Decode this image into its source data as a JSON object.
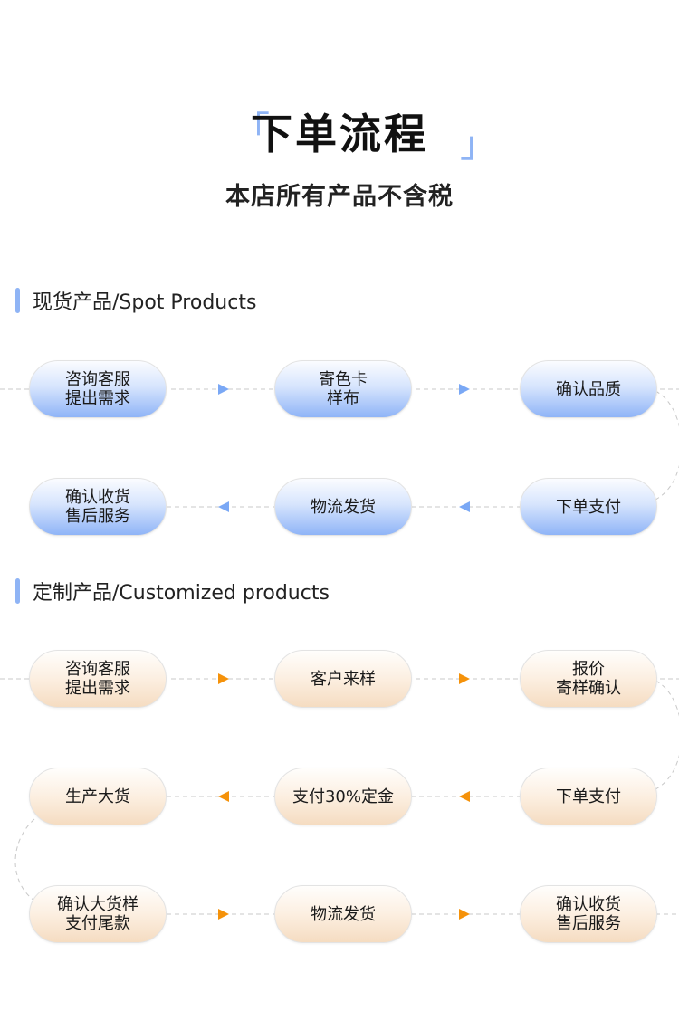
{
  "header": {
    "title": "下单流程",
    "bracket_open": "「",
    "bracket_close": "」",
    "subtitle": "本店所有产品不含税"
  },
  "colors": {
    "accent_blue": "#8fb4f5",
    "arrow_blue": "#7aa8f5",
    "arrow_orange": "#f5920a",
    "connector_gray": "#c8c8c8"
  },
  "sections": [
    {
      "label": "现货产品/Spot Products",
      "theme": "blue",
      "steps": [
        {
          "label": "咨询客服\n提出需求"
        },
        {
          "label": "寄色卡\n样布"
        },
        {
          "label": "确认品质"
        },
        {
          "label": "下单支付"
        },
        {
          "label": "物流发货"
        },
        {
          "label": "确认收货\n售后服务"
        }
      ]
    },
    {
      "label": "定制产品/Customized products",
      "theme": "orange",
      "steps": [
        {
          "label": "咨询客服\n提出需求"
        },
        {
          "label": "客户来样"
        },
        {
          "label": "报价\n寄样确认"
        },
        {
          "label": "下单支付"
        },
        {
          "label": "支付30%定金"
        },
        {
          "label": "生产大货"
        },
        {
          "label": "确认大货样\n支付尾款"
        },
        {
          "label": "物流发货"
        },
        {
          "label": "确认收货\n售后服务"
        }
      ]
    }
  ]
}
